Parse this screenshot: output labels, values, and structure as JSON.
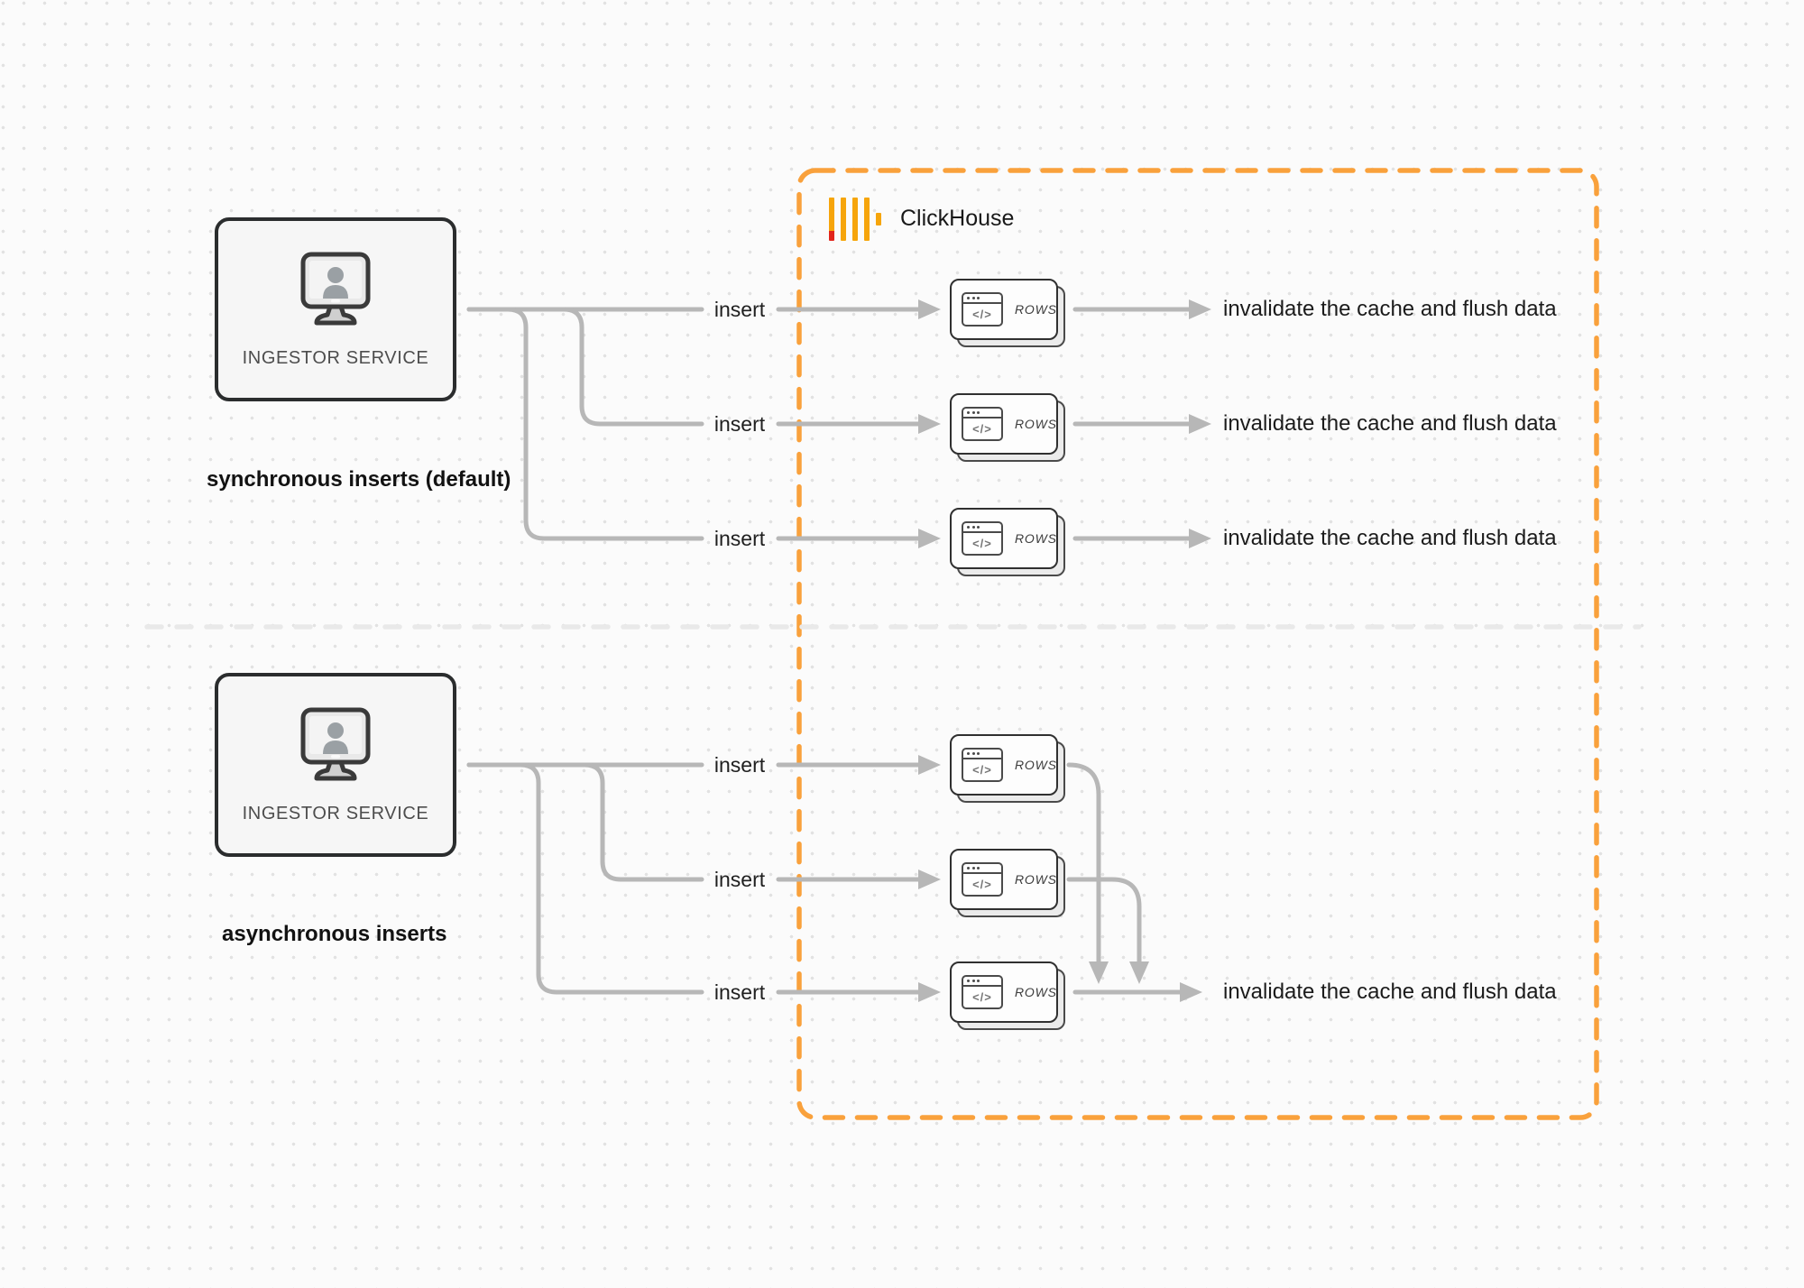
{
  "colors": {
    "boundary_orange": "#F9A13C",
    "logo_yellow": "#F6A50B",
    "logo_red": "#E1251B",
    "connector_gray": "#B7B7B7",
    "divider_gray": "#E9E9E9"
  },
  "clickhouse": {
    "label": "ClickHouse"
  },
  "sync": {
    "service_label": "INGESTOR SERVICE",
    "caption": "synchronous inserts (default)",
    "rows": [
      {
        "insert_label": "insert",
        "card_label": "ROWS",
        "code_glyph": "</>",
        "result_label": "invalidate the cache and flush data"
      },
      {
        "insert_label": "insert",
        "card_label": "ROWS",
        "code_glyph": "</>",
        "result_label": "invalidate the cache and flush data"
      },
      {
        "insert_label": "insert",
        "card_label": "ROWS",
        "code_glyph": "</>",
        "result_label": "invalidate the cache and flush data"
      }
    ]
  },
  "async": {
    "service_label": "INGESTOR SERVICE",
    "caption": "asynchronous inserts",
    "rows": [
      {
        "insert_label": "insert",
        "card_label": "ROWS",
        "code_glyph": "</>"
      },
      {
        "insert_label": "insert",
        "card_label": "ROWS",
        "code_glyph": "</>"
      },
      {
        "insert_label": "insert",
        "card_label": "ROWS",
        "code_glyph": "</>"
      }
    ],
    "result_label": "invalidate the cache and flush data"
  }
}
